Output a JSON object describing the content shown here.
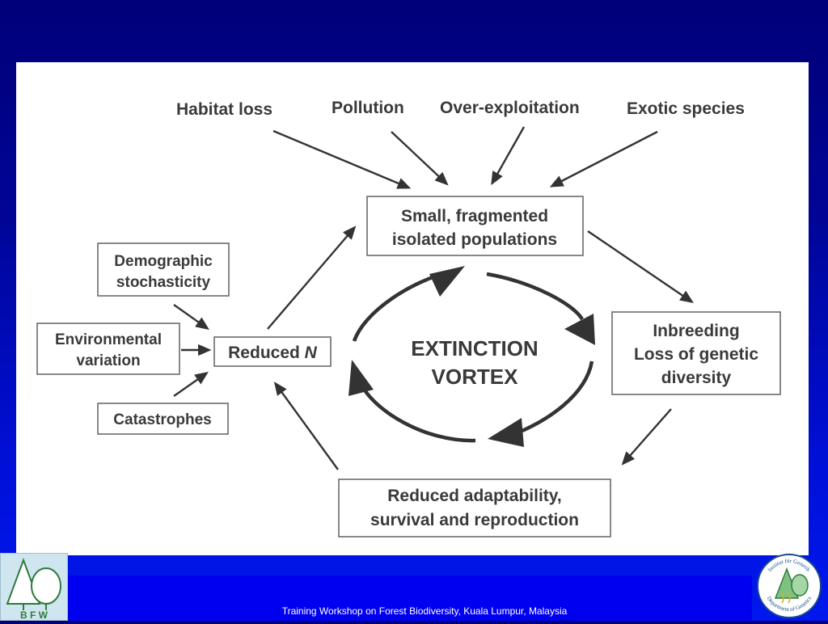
{
  "diagram": {
    "causes": [
      "Habitat loss",
      "Pollution",
      "Over-exploitation",
      "Exotic species"
    ],
    "top_box": [
      "Small, fragmented",
      "isolated populations"
    ],
    "center": [
      "EXTINCTION",
      "VORTEX"
    ],
    "right_box": [
      "Inbreeding",
      "Loss of genetic",
      "diversity"
    ],
    "bottom_box": [
      "Reduced adaptability,",
      "survival and reproduction"
    ],
    "reduced_n": {
      "text": "Reduced ",
      "italic": "N"
    },
    "factors": {
      "demographic": [
        "Demographic",
        "stochasticity"
      ],
      "environmental": [
        "Environmental",
        "variation"
      ],
      "catastrophes": [
        "Catastrophes"
      ]
    }
  },
  "footer": {
    "text": "Training Workshop on Forest Biodiversity, Kuala Lumpur, Malaysia",
    "bfw_logo_text": "B F W",
    "dept_logo_top": "Institut für Genetik",
    "dept_logo_bottom": "Department of Genetics"
  },
  "colors": {
    "background_top": "#000078",
    "background_bottom": "#0018ee",
    "footer_bar": "#0000f0",
    "panel": "#ffffff",
    "diagram_ink": "#333333"
  }
}
